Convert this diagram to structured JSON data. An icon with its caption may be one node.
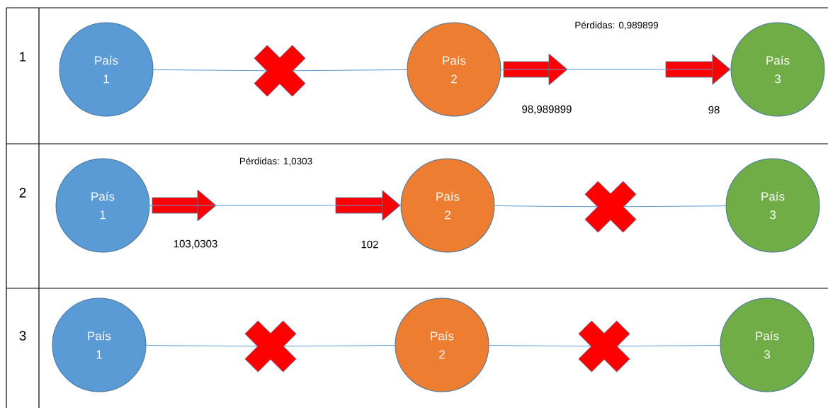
{
  "diagram": {
    "nodes": [
      {
        "text": [
          "País 1"
        ]
      },
      {
        "text": [],
        "shape": "cross"
      },
      {
        "text": [
          "País 2"
        ]
      },
      {
        "text": [
          "País 3"
        ]
      },
      {
        "text": [
          "País 1"
        ]
      },
      {
        "text": [
          "País 2"
        ]
      },
      {
        "text": [],
        "shape": "cross"
      },
      {
        "text": [
          "País 3"
        ]
      },
      {
        "text": [
          "País 1"
        ]
      },
      {
        "text": [],
        "shape": "cross"
      },
      {
        "text": [
          "País 2"
        ]
      },
      {
        "text": [],
        "shape": "cross"
      },
      {
        "text": [
          "País 3"
        ]
      }
    ],
    "edges": [
      {
        "from": 0,
        "to": 1,
        "arrow": "none"
      },
      {
        "from": 1,
        "to": 2,
        "arrow": "none"
      },
      {
        "from": 2,
        "to": 3,
        "arrow": "to",
        "label": "Pérdidas: 0,989899"
      },
      {
        "from": 4,
        "to": 5,
        "arrow": "to",
        "label": "Pérdidas: 1,0303"
      },
      {
        "from": 5,
        "to": 6,
        "arrow": "none"
      },
      {
        "from": 6,
        "to": 7,
        "arrow": "none"
      },
      {
        "from": 8,
        "to": 9,
        "arrow": "none"
      },
      {
        "from": 9,
        "to": 10,
        "arrow": "none"
      },
      {
        "from": 10,
        "to": 11,
        "arrow": "none"
      },
      {
        "from": 11,
        "to": 12,
        "arrow": "none"
      }
    ],
    "labels": [
      "1",
      "98,989899",
      "98",
      "2",
      "103,0303",
      "102",
      "3"
    ]
  }
}
